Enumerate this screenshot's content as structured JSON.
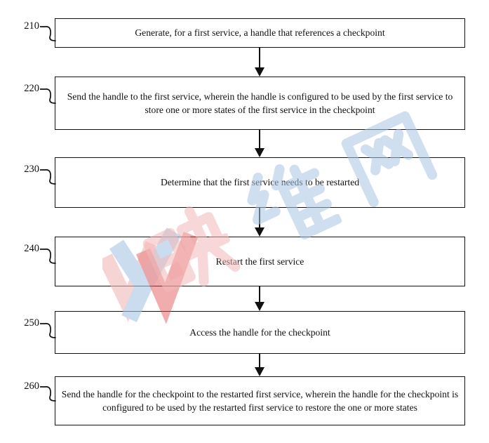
{
  "figure": {
    "type": "flowchart",
    "steps": [
      {
        "label": "210",
        "text": "Generate, for a first service, a handle that references a checkpoint"
      },
      {
        "label": "220",
        "text": "Send the handle to the first service, wherein the handle is configured to be used by the first service to store one or more states of the first service in the checkpoint"
      },
      {
        "label": "230",
        "text": "Determine that the first service needs to be restarted"
      },
      {
        "label": "240",
        "text": "Restart the first service"
      },
      {
        "label": "250",
        "text": "Access the handle for the checkpoint"
      },
      {
        "label": "260",
        "text": "Send the handle for the checkpoint to the restarted first service, wherein the handle for the checkpoint is configured to be used by the restarted first service to restore the one or more states"
      }
    ],
    "watermark": {
      "text": "映维网",
      "logo_text": "YV"
    },
    "colors": {
      "line": "#111111",
      "box_background": "#ffffff",
      "page_background": "#ffffff",
      "watermark_red": "#e25555",
      "watermark_pink": "#f2b8b8",
      "watermark_blue": "#aac6e4"
    }
  }
}
